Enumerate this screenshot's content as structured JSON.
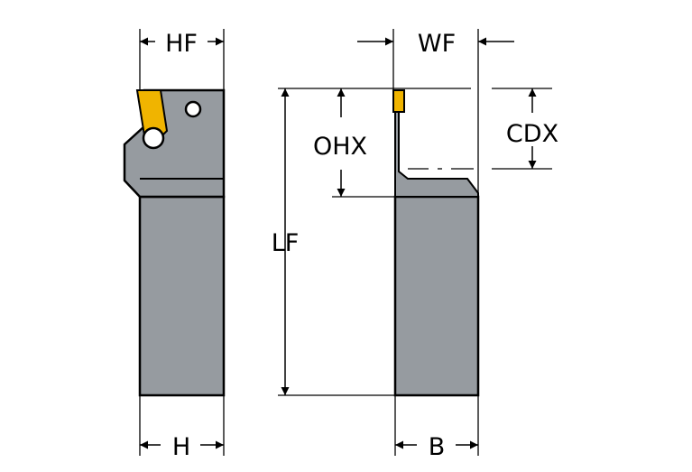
{
  "colors": {
    "body": "#969ba0",
    "insert": "#f0b400",
    "outline": "#000000",
    "background": "#ffffff"
  },
  "labels": {
    "hf": "HF",
    "wf": "WF",
    "cdx": "CDX",
    "ohx": "OHX",
    "lf": "LF",
    "h": "H",
    "b": "B"
  }
}
